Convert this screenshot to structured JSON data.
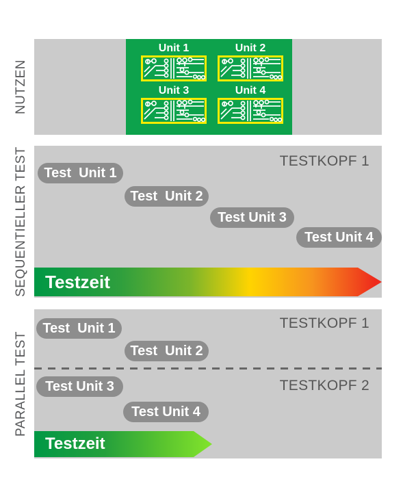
{
  "nutzen": {
    "label": "NUTZEN",
    "units": [
      "Unit 1",
      "Unit 2",
      "Unit 3",
      "Unit 4"
    ]
  },
  "sequential": {
    "label": "SEQUENTIELLER TEST",
    "testkopf": "TESTKOPF 1",
    "pills": [
      "Test  Unit 1",
      "Test  Unit 2",
      "Test Unit 3",
      "Test Unit 4"
    ],
    "arrow_label": "Testzeit"
  },
  "parallel": {
    "label": "PARALLEL TEST",
    "testkopf_1": "TESTKOPF 1",
    "testkopf_2": "TESTKOPF 2",
    "pills": [
      "Test  Unit 1",
      "Test  Unit 2",
      "Test Unit 3",
      "Test Unit 4"
    ],
    "arrow_label": "Testzeit"
  },
  "colors": {
    "band_gray": "#cbcbcb",
    "pill_gray": "#8d8d8d",
    "label_gray": "#58595b",
    "panel_green": "#0da24c",
    "pcb_border_yellow": "#f8ec00",
    "trace_white": "#ffffff",
    "arrow_gradient_sequential": [
      "#009845",
      "#7cb52a",
      "#ffd400",
      "#f7941e",
      "#ee2a1c"
    ],
    "arrow_gradient_parallel": [
      "#009845",
      "#82e42c"
    ],
    "dash_gray": "#666666"
  }
}
